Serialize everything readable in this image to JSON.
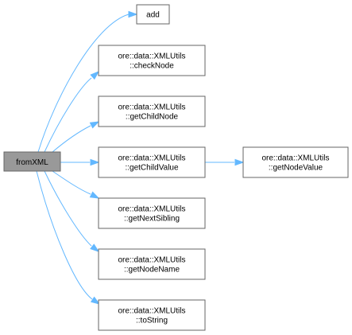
{
  "graph": {
    "root": {
      "label": "fromXML"
    },
    "nodes": [
      {
        "id": "add",
        "lines": [
          "add"
        ]
      },
      {
        "id": "checkNode",
        "lines": [
          "ore::data::XMLUtils",
          "::checkNode"
        ]
      },
      {
        "id": "getChildNode",
        "lines": [
          "ore::data::XMLUtils",
          "::getChildNode"
        ]
      },
      {
        "id": "getChildValue",
        "lines": [
          "ore::data::XMLUtils",
          "::getChildValue"
        ]
      },
      {
        "id": "getNextSibling",
        "lines": [
          "ore::data::XMLUtils",
          "::getNextSibling"
        ]
      },
      {
        "id": "getNodeName",
        "lines": [
          "ore::data::XMLUtils",
          "::getNodeName"
        ]
      },
      {
        "id": "toString",
        "lines": [
          "ore::data::XMLUtils",
          "::toString"
        ]
      },
      {
        "id": "getNodeValue",
        "lines": [
          "ore::data::XMLUtils",
          "::getNodeValue"
        ]
      }
    ],
    "edges": [
      {
        "from": "fromXML",
        "to": "add"
      },
      {
        "from": "fromXML",
        "to": "checkNode"
      },
      {
        "from": "fromXML",
        "to": "getChildNode"
      },
      {
        "from": "fromXML",
        "to": "getChildValue"
      },
      {
        "from": "fromXML",
        "to": "getNextSibling"
      },
      {
        "from": "fromXML",
        "to": "getNodeName"
      },
      {
        "from": "fromXML",
        "to": "toString"
      },
      {
        "from": "getChildValue",
        "to": "getNodeValue"
      }
    ],
    "colors": {
      "edge": "#63B8FF",
      "node_border": "#666666",
      "root_fill": "#999999",
      "node_fill": "#ffffff"
    }
  }
}
